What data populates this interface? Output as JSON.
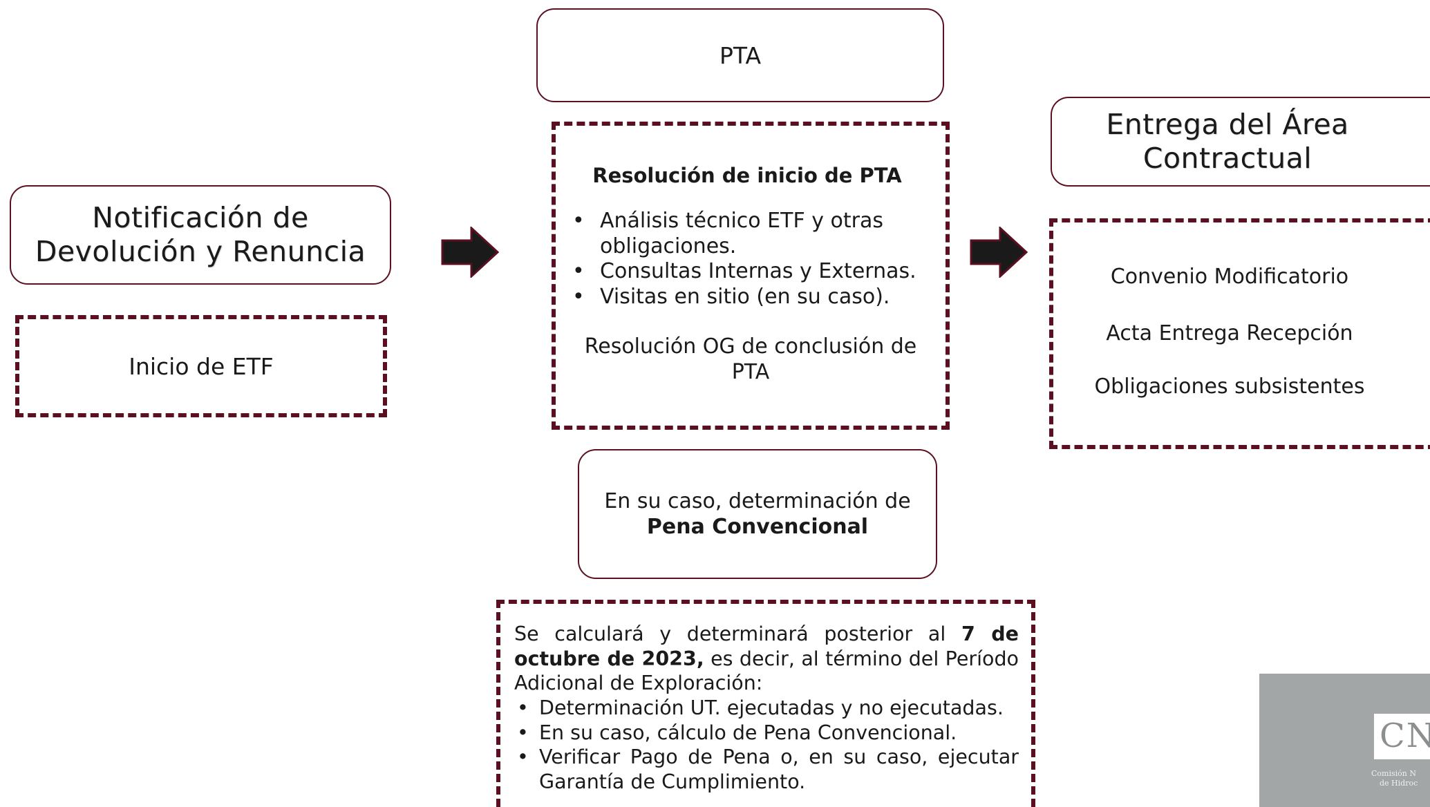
{
  "left": {
    "title": "Notificación de Devolución y Renuncia",
    "sub": "Inicio de ETF"
  },
  "center": {
    "title": "PTA",
    "resolution_heading": "Resolución de inicio de PTA",
    "items": [
      "Análisis técnico ETF y otras obligaciones.",
      "Consultas Internas y Externas.",
      "Visitas en sitio (en su caso)."
    ],
    "conclusion": "Resolución OG de conclusión de PTA",
    "pena_text": "En su caso, determinación de",
    "pena_bold": "Pena Convencional",
    "calc": {
      "intro_1": "Se calculará y determinará posterior al",
      "intro_bold": "7 de octubre de 2023,",
      "intro_2": "es decir, al  término del Período Adicional de Exploración:",
      "items": [
        "Determinación UT. ejecutadas y no ejecutadas.",
        "En su caso, cálculo de Pena Convencional.",
        "Verificar Pago de Pena o, en su caso, ejecutar Garantía de Cumplimiento."
      ]
    }
  },
  "right": {
    "title": "Entrega del Área Contractual",
    "items": [
      "Convenio Modificatorio",
      "Acta Entrega Recepción",
      "Obligaciones subsistentes"
    ]
  },
  "logo": {
    "letters": "CN",
    "caption_1": "Comisión N",
    "caption_2": "de Hidroc"
  },
  "colors": {
    "accent": "#5a1020",
    "arrow": "#1a1a1a",
    "logo_bg": "#a3a6a6"
  },
  "bullet_char": "•"
}
